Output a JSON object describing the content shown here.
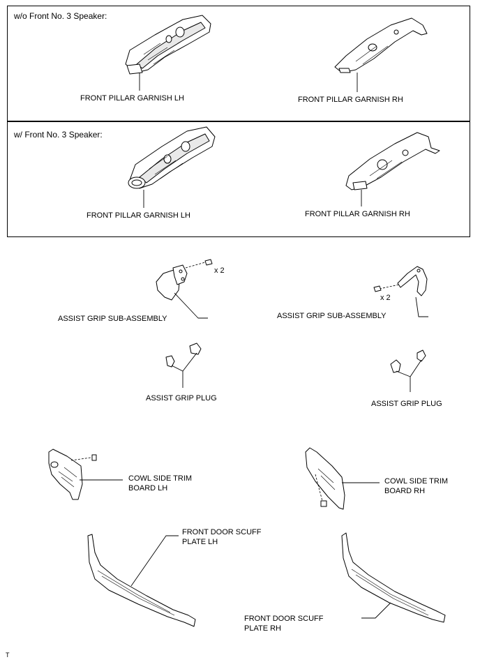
{
  "panels": {
    "top": {
      "title": "w/o Front No. 3 Speaker:",
      "left_label": "FRONT PILLAR GARNISH LH",
      "right_label": "FRONT PILLAR GARNISH RH"
    },
    "bottom": {
      "title": "w/ Front No. 3 Speaker:",
      "left_label": "FRONT PILLAR GARNISH LH",
      "right_label": "FRONT PILLAR GARNISH RH"
    }
  },
  "parts": {
    "assist_grip_left": "ASSIST GRIP SUB-ASSEMBLY",
    "assist_grip_right": "ASSIST GRIP SUB-ASSEMBLY",
    "screw_qty_left": "x 2",
    "screw_qty_right": "x 2",
    "plug_left": "ASSIST GRIP PLUG",
    "plug_right": "ASSIST GRIP PLUG",
    "cowl_left": "COWL SIDE TRIM\nBOARD LH",
    "cowl_right": "COWL SIDE TRIM\nBOARD RH",
    "scuff_left": "FRONT DOOR SCUFF\nPLATE LH",
    "scuff_right": "FRONT DOOR SCUFF\nPLATE RH"
  },
  "footer": {
    "code": "T"
  }
}
